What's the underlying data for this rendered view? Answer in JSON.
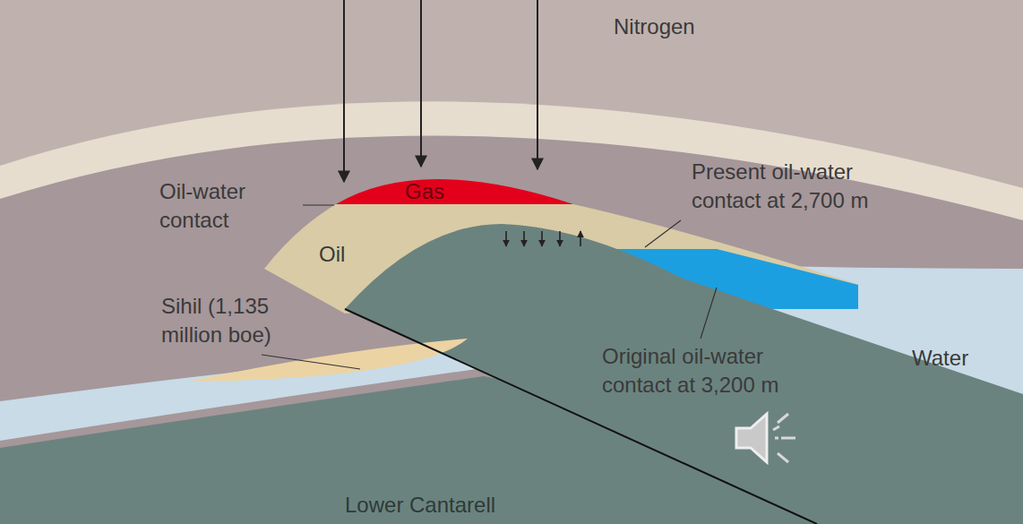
{
  "diagram": {
    "labels": [
      "Nitrogen",
      "Gas",
      "Oil-water contact",
      "Oil",
      "Present oil-water contact at 2,700 m",
      "Sihil (1,135 million boe)",
      "Original oil-water contact at 3,200 m",
      "Water",
      "Lower Cantarell"
    ]
  }
}
